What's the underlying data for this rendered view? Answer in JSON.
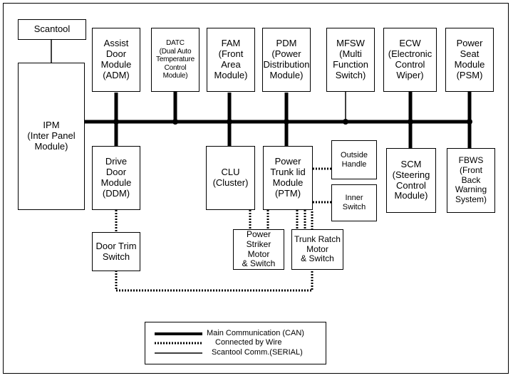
{
  "nodes": {
    "scantool": "Scantool",
    "ipm": "IPM\n(Inter Panel\nModule)",
    "adm": "Assist\nDoor\nModule\n(ADM)",
    "datc": "DATC\n(Dual Auto\nTemperature\nControl\nModule)",
    "fam": "FAM\n(Front\nArea\nModule)",
    "pdm": "PDM\n(Power\nDistribution\nModule)",
    "mfsw": "MFSW\n(Multi\nFunction\nSwitch)",
    "ecw": "ECW\n(Electronic\nControl\nWiper)",
    "psm": "Power\nSeat\nModule\n(PSM)",
    "ddm": "Drive\nDoor\nModule\n(DDM)",
    "clu": "CLU\n(Cluster)",
    "ptm": "Power\nTrunk lid\nModule\n(PTM)",
    "outside_handle": "Outside\nHandle",
    "inner_switch": "Inner\nSwitch",
    "scm": "SCM\n(Steering\nControl\nModule)",
    "fbws": "FBWS\n(Front\nBack\nWarning\nSystem)",
    "door_trim_switch": "Door Trim\nSwitch",
    "power_striker": "Power\nStriker\nMotor\n& Switch",
    "trunk_ratch": "Trunk Ratch\nMotor\n& Switch"
  },
  "legend": {
    "can": "Main Communication (CAN)",
    "wire": "Connected by Wire",
    "serial": "Scantool Comm.(SERIAL)"
  }
}
